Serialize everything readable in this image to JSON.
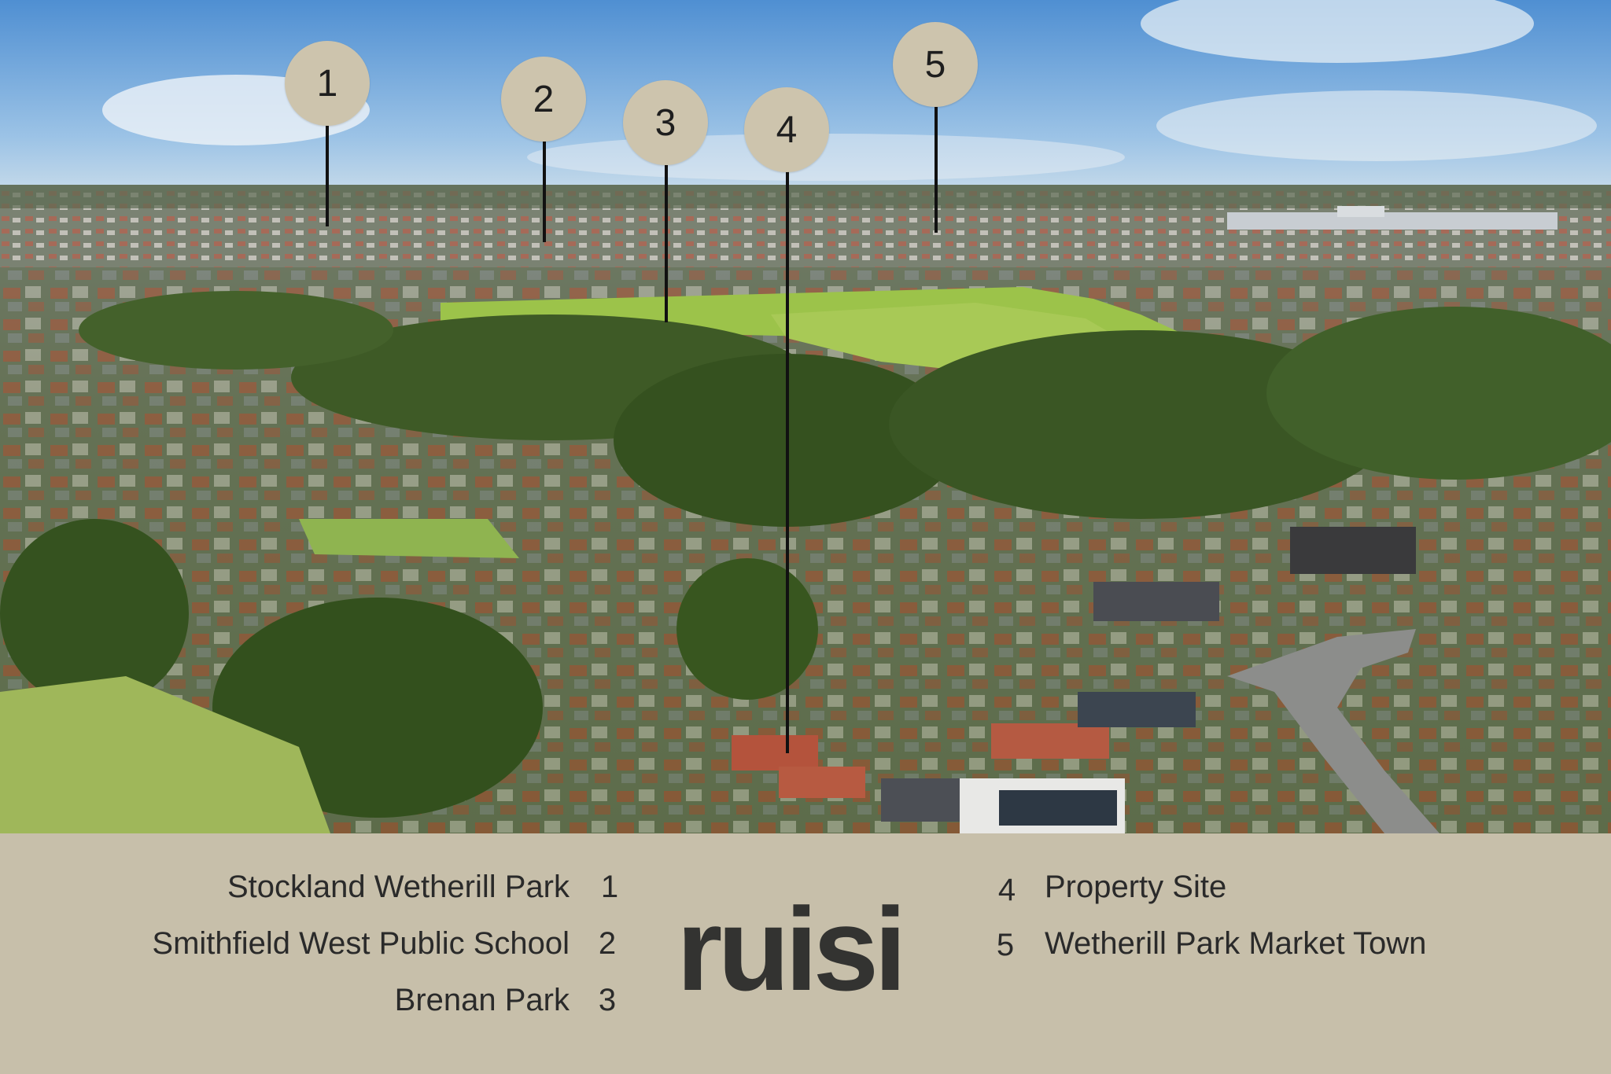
{
  "photo": {
    "subject": "aerial-suburb-view",
    "colors": {
      "sky": "#6fa6dc",
      "grass": "#9cc34a",
      "trees": "#3e5a26",
      "roof_red": "#b4533c"
    }
  },
  "markers": [
    {
      "number": "1"
    },
    {
      "number": "2"
    },
    {
      "number": "3"
    },
    {
      "number": "4"
    },
    {
      "number": "5"
    }
  ],
  "legend": {
    "left_items": [
      {
        "label": "Stockland Wetherill Park",
        "number": "1"
      },
      {
        "label": "Smithfield West Public School",
        "number": "2"
      },
      {
        "label": "Brenan Park",
        "number": "3"
      }
    ],
    "right_items": [
      {
        "number": "4",
        "label": "Property Site"
      },
      {
        "number": "5",
        "label": "Wetherill Park Market Town"
      }
    ],
    "logo": "ruisi"
  }
}
